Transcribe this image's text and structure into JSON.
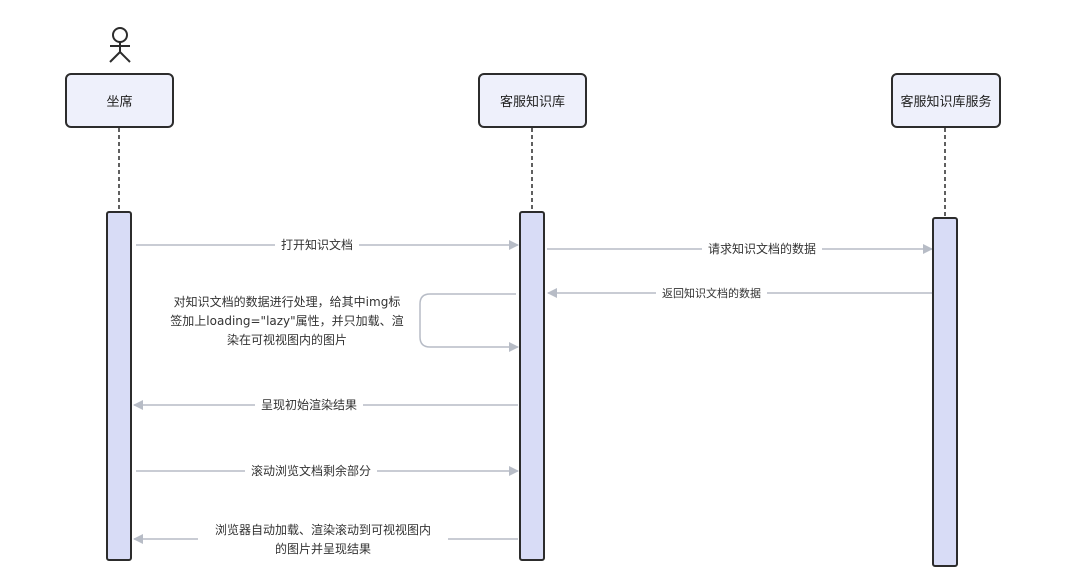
{
  "participants": {
    "agent": "坐席",
    "kb": "客服知识库",
    "kb_service": "客服知识库服务"
  },
  "messages": {
    "m1": "打开知识文档",
    "m2": "请求知识文档的数据",
    "m3": "返回知识文档的数据",
    "m4_lines": [
      "对知识文档的数据进行处理，给其中img标",
      "签加上loading=\"lazy\"属性，并只加载、渲",
      "染在可视视图内的图片"
    ],
    "m5": "呈现初始渲染结果",
    "m6": "滚动浏览文档剩余部分",
    "m7_lines": [
      "浏览器自动加载、渲染滚动到可视视图内",
      "的图片并呈现结果"
    ]
  },
  "colors": {
    "box_fill": "#eef0fb",
    "activation_fill": "#d8dcf6",
    "border": "#2c2c2c",
    "arrow": "#b7bcc6"
  }
}
